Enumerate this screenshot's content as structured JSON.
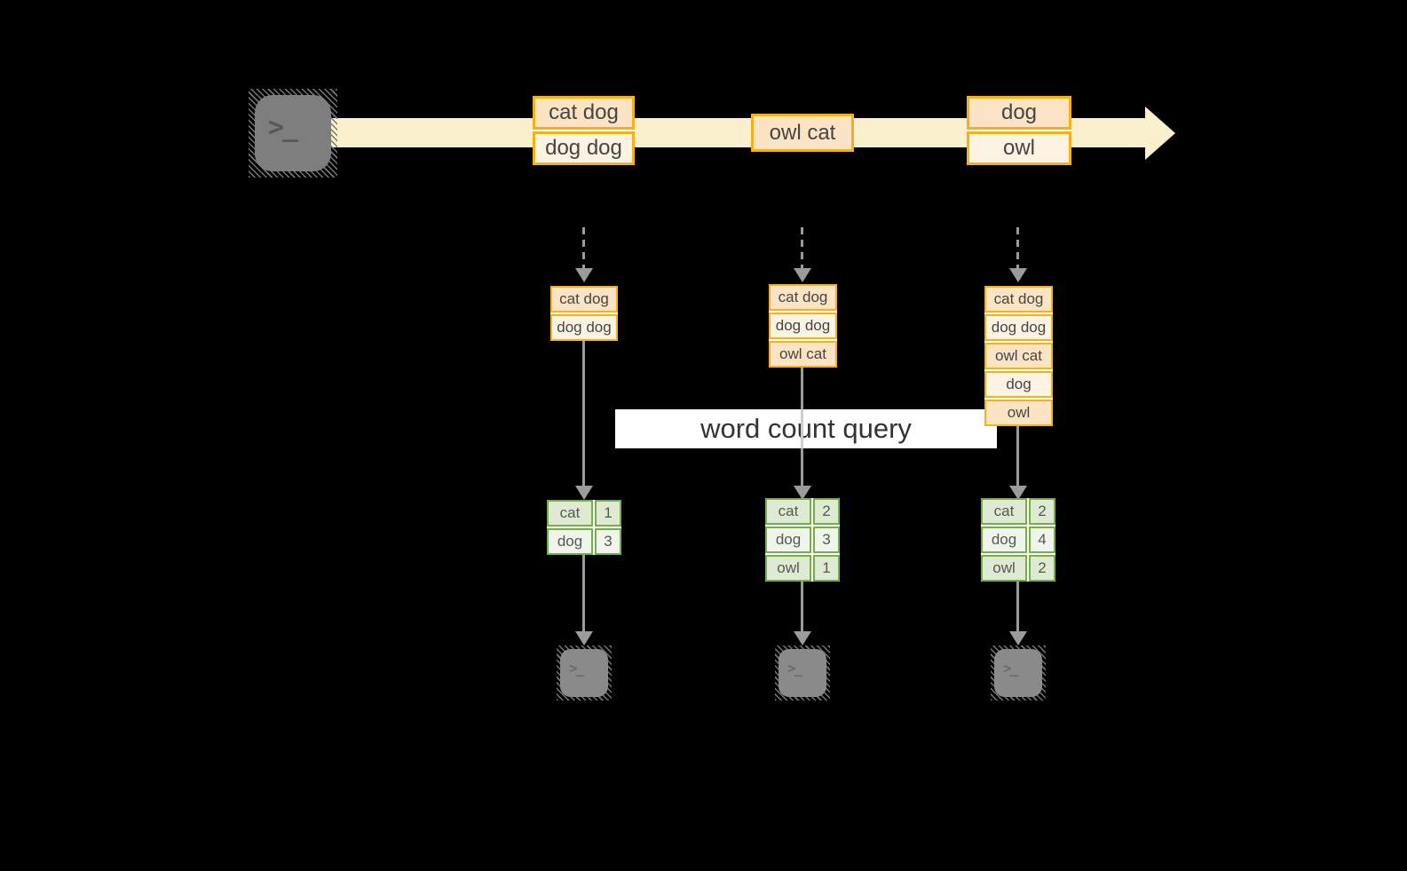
{
  "diagram_title": "streaming word count query diagram",
  "palette": {
    "background": "#000000",
    "stream_band": "#FAF0CD",
    "record_border": "#F2B218",
    "record_fill_dark": "#FBE3C4",
    "record_fill_light": "#FDF3E3",
    "table_border": "#74AF47",
    "table_fill_dark": "#DEEAD1",
    "table_fill_light": "#F0F5EB",
    "arrow_gray": "#9B9B9B"
  },
  "source_terminal": {
    "icon": "terminal-prompt-icon",
    "glyph": ">_"
  },
  "timeline": {
    "events": [
      {
        "lines": [
          "cat dog",
          "dog dog"
        ]
      },
      {
        "lines": [
          "owl cat"
        ]
      },
      {
        "lines": [
          "dog",
          "owl"
        ]
      }
    ]
  },
  "query_label": "word count query",
  "columns": [
    {
      "buffer": [
        "cat dog",
        "dog dog"
      ],
      "counts": [
        {
          "word": "cat",
          "count": "1"
        },
        {
          "word": "dog",
          "count": "3"
        }
      ],
      "terminal_glyph": ">_"
    },
    {
      "buffer": [
        "cat dog",
        "dog dog",
        "owl cat"
      ],
      "counts": [
        {
          "word": "cat",
          "count": "2"
        },
        {
          "word": "dog",
          "count": "3"
        },
        {
          "word": "owl",
          "count": "1"
        }
      ],
      "terminal_glyph": ">_"
    },
    {
      "buffer": [
        "cat dog",
        "dog dog",
        "owl cat",
        "dog",
        "owl"
      ],
      "counts": [
        {
          "word": "cat",
          "count": "2"
        },
        {
          "word": "dog",
          "count": "4"
        },
        {
          "word": "owl",
          "count": "2"
        }
      ],
      "terminal_glyph": ">_"
    }
  ]
}
